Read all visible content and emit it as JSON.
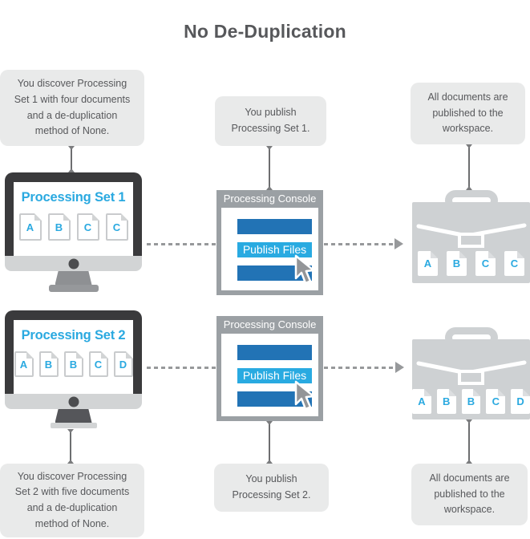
{
  "title": "No De-Duplication",
  "console": {
    "title": "Processing Console",
    "button_label": "Publish Files"
  },
  "row1": {
    "discover_note": "You discover Processing\nSet 1 with four documents\nand a de-duplication\nmethod of None.",
    "publish_note": "You publish\nProcessing Set 1.",
    "workspace_note": "All documents are\npublished to the\nworkspace.",
    "screen_title": "Processing Set 1",
    "docs": [
      "A",
      "B",
      "C",
      "C"
    ]
  },
  "row2": {
    "discover_note": "You discover Processing\nSet 2 with five documents\nand a de-duplication\nmethod of None.",
    "publish_note": "You publish\nProcessing Set 2.",
    "workspace_note": "All documents are\npublished to the\nworkspace.",
    "screen_title": "Processing Set 2",
    "docs": [
      "A",
      "B",
      "B",
      "C",
      "D"
    ]
  },
  "icons": {
    "monitor-icon": "desktop-computer-shape",
    "document-icon": "page-with-folded-corner",
    "camera-dot-icon": "filled-circle",
    "cursor-icon": "mouse-pointer-arrow",
    "briefcase-icon": "workspace-briefcase",
    "arrow-right-icon": "dashed-line-arrowhead"
  },
  "colors": {
    "accent_blue": "#29aae1",
    "dark_blue": "#2273b5",
    "text_gray": "#57585b",
    "note_bg": "#e9eaea",
    "console_gray": "#9ba0a4",
    "monitor_bezel": "#3a3a3c",
    "briefcase_gray": "#ced1d3",
    "connector_gray": "#97999b"
  }
}
